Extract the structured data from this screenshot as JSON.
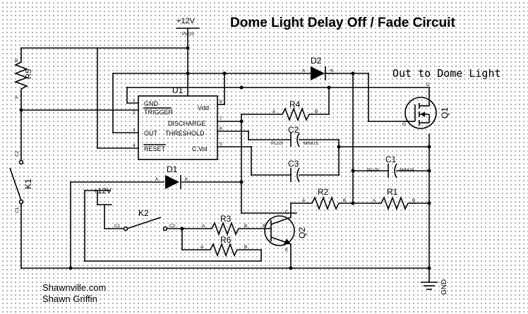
{
  "title": "Dome Light Delay Off / Fade Circuit",
  "output_label": "Out to Dome Light",
  "credits": {
    "site": "Shawnville.com",
    "author": "Shawn Griffin"
  },
  "power": {
    "top": "+12V",
    "left": "+12V",
    "ground": "GND"
  },
  "ic": {
    "ref": "U1",
    "pins_left": [
      {
        "num": "1",
        "name": "GND"
      },
      {
        "num": "2",
        "name": "TRIGGER"
      },
      {
        "num": "3",
        "name": "OUT"
      },
      {
        "num": "4",
        "name": "RESET"
      }
    ],
    "pins_right": [
      {
        "num": "8",
        "name": "Vdd"
      },
      {
        "num": "7",
        "name": "DISCHARGE"
      },
      {
        "num": "6",
        "name": "THRESHOLD"
      },
      {
        "num": "5",
        "name": "C.Vol"
      }
    ]
  },
  "components": {
    "R1": "R1",
    "R2": "R2",
    "R3": "R3",
    "R4": "R4",
    "R5": "R5",
    "R6": "R6",
    "C1": "C1",
    "C2": "C2",
    "C3": "C3",
    "D1": "D1",
    "D2": "D2",
    "K1": "K1",
    "K2": "K2",
    "Q1": "Q1",
    "Q2": "Q2"
  },
  "pin_labels": {
    "a": "A",
    "b": "B",
    "k": "K",
    "c": "C",
    "e": "E",
    "g": "G",
    "d": "D",
    "s": "S",
    "c1": "C1",
    "c2": "C2",
    "plus": "PLUS",
    "minus": "MINUS"
  }
}
